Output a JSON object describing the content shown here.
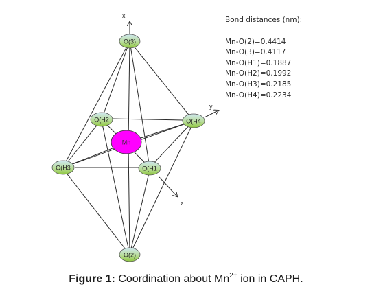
{
  "axes": {
    "x": "x",
    "y": "y",
    "z": "z"
  },
  "atoms": {
    "center": "Mn",
    "o3": "O(3)",
    "oh2": "O(H2",
    "oh4": "O(H4",
    "oh3": "O(H3",
    "oh1": "O(H1",
    "o2": "O(2)"
  },
  "colors": {
    "mn_fill": "#ff00ff",
    "ligand_top": "#cfe8f0",
    "ligand_bottom": "#8ec63f",
    "bond_line": "#2b2b2b"
  },
  "bond_panel": {
    "title": "Bond distances (nm):",
    "lines": [
      "Mn-O(2)=0.4414",
      "Mn-O(3)=0.4117",
      "Mn-O(H1)=0.1887",
      "Mn-O(H2)=0.1992",
      "Mn-O(H3)=0.2185",
      "Mn-O(H4)=0.2234"
    ]
  },
  "caption": {
    "label": "Figure 1:",
    "text_before": "Coordination about Mn",
    "superscript": "2+",
    "text_after": " ion in CAPH."
  }
}
